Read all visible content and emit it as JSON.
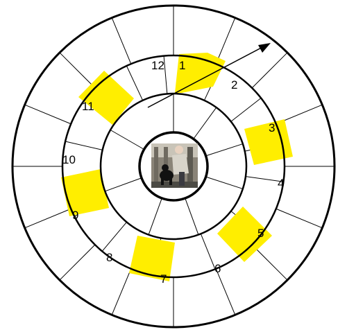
{
  "diagram": {
    "numbers": [
      {
        "id": "1",
        "label": "1",
        "highlighted": true
      },
      {
        "id": "2",
        "label": "2",
        "highlighted": false
      },
      {
        "id": "3",
        "label": "3",
        "highlighted": true
      },
      {
        "id": "4",
        "label": "4",
        "highlighted": false
      },
      {
        "id": "5",
        "label": "5",
        "highlighted": true
      },
      {
        "id": "6",
        "label": "6",
        "highlighted": false
      },
      {
        "id": "7",
        "label": "7",
        "highlighted": true
      },
      {
        "id": "8",
        "label": "8",
        "highlighted": false
      },
      {
        "id": "9",
        "label": "9",
        "highlighted": true
      },
      {
        "id": "10",
        "label": "10",
        "highlighted": false
      },
      {
        "id": "11",
        "label": "11",
        "highlighted": true
      },
      {
        "id": "12",
        "label": "12",
        "highlighted": false
      }
    ],
    "colors": {
      "highlight": "#ffee00",
      "line": "#000000",
      "background": "#ffffff"
    },
    "center_image": "photo-man-with-black-dog",
    "arrow_icon": "arrow-up-right-icon"
  }
}
